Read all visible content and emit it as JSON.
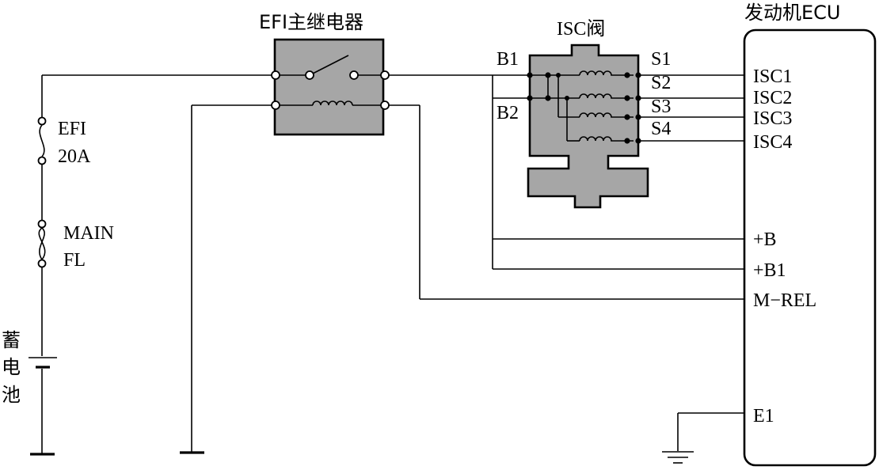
{
  "ecu": {
    "title": "发动机ECU",
    "pins": {
      "isc1": "ISC1",
      "isc2": "ISC2",
      "isc3": "ISC3",
      "isc4": "ISC4",
      "b": "+B",
      "b1": "+B1",
      "mrel": "M−REL",
      "e1": "E1"
    }
  },
  "relay": {
    "title": "EFI主继电器"
  },
  "isc_valve": {
    "title": "ISC阀",
    "left_terminals": [
      "B1",
      "B2"
    ],
    "right_terminals": [
      "S1",
      "S2",
      "S3",
      "S4"
    ]
  },
  "fuses": {
    "efi": {
      "name": "EFI",
      "rating": "20A"
    },
    "main": {
      "name": "MAIN",
      "rating": "FL"
    }
  },
  "battery": {
    "label": [
      "蓄",
      "电",
      "池"
    ]
  }
}
